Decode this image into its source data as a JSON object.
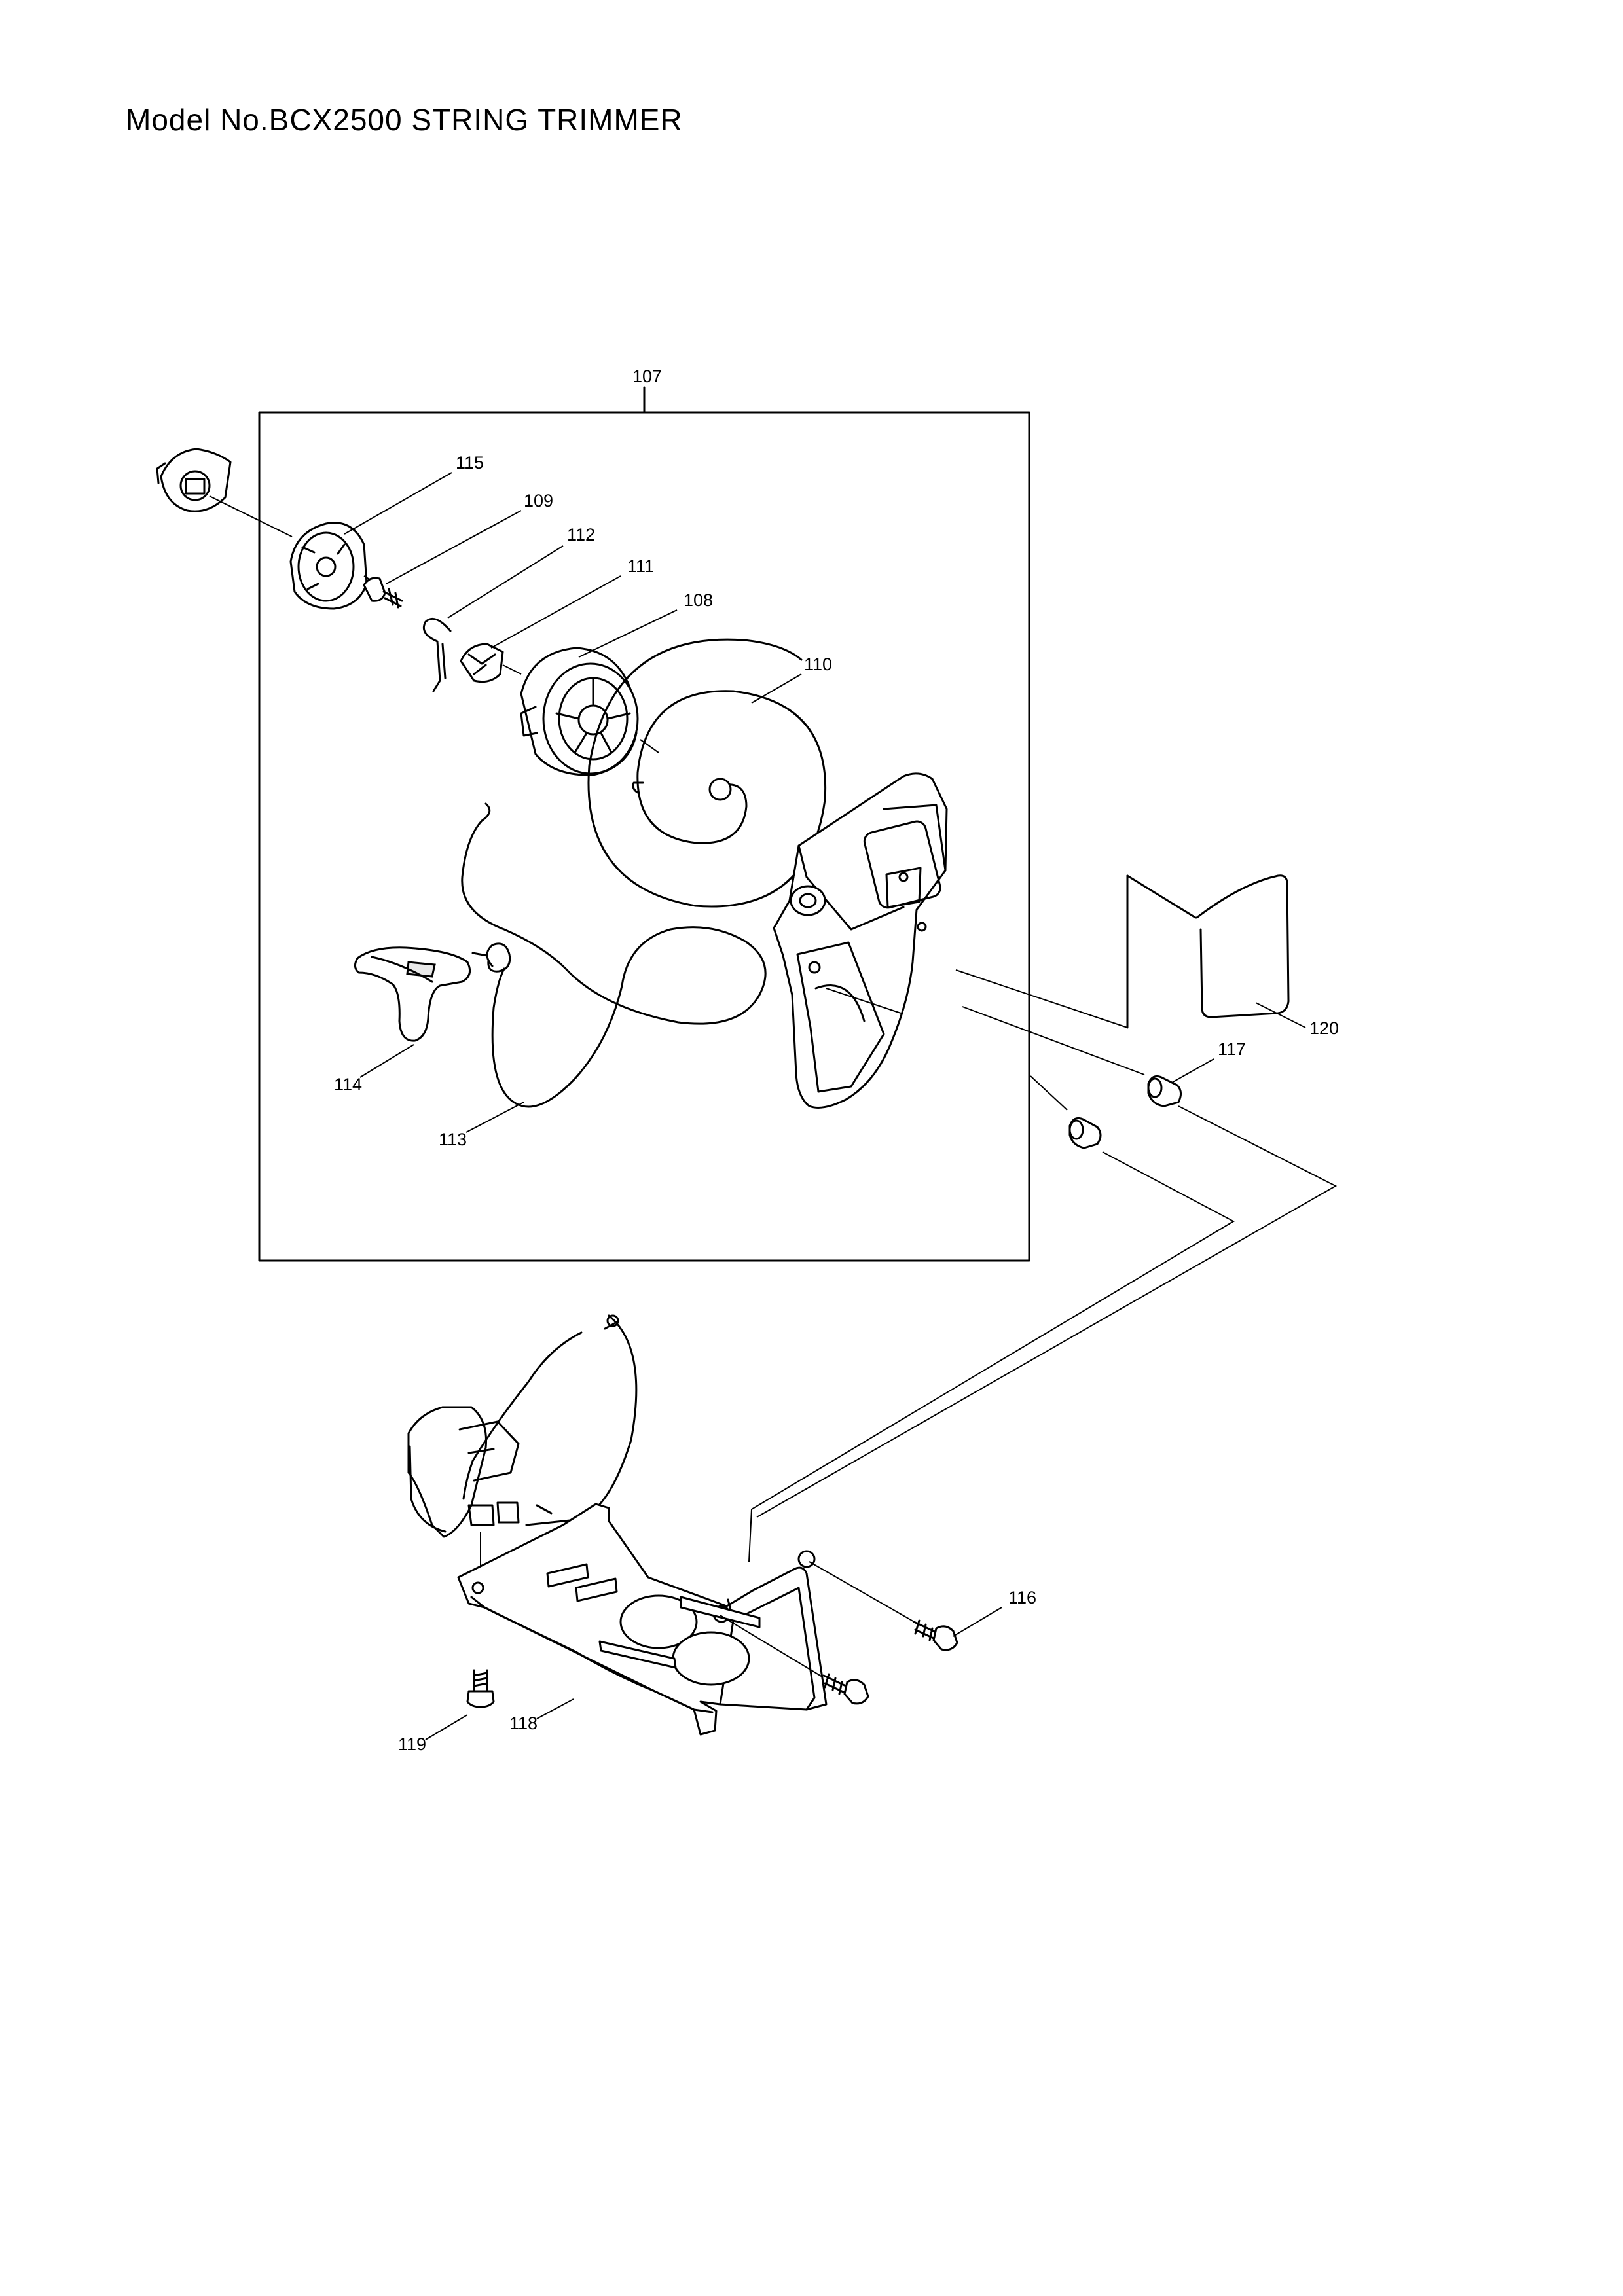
{
  "header": {
    "title": "Model No.BCX2500 STRING TRIMMER"
  },
  "parts": {
    "p107": "107",
    "p108": "108",
    "p109": "109",
    "p110": "110",
    "p111": "111",
    "p112": "112",
    "p113": "113",
    "p114": "114",
    "p115": "115",
    "p116": "116",
    "p117": "117",
    "p118": "118",
    "p119": "119",
    "p120": "120"
  }
}
